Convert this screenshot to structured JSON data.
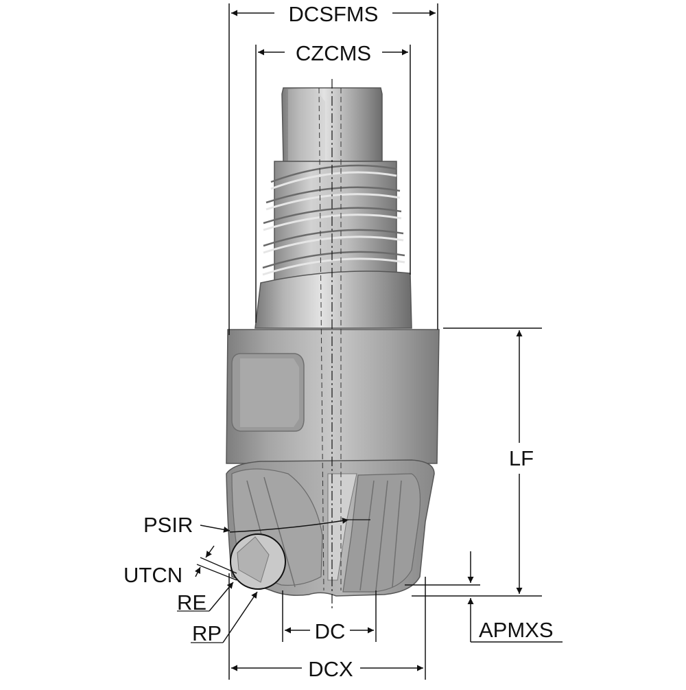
{
  "colors": {
    "line": "#111111",
    "metal_dark": "#6f6f6f",
    "metal_mid": "#a9a9a9",
    "metal_light": "#d6d6d6",
    "metal_highlight": "#ececec",
    "background": "#ffffff"
  },
  "labels": {
    "dcsfms": "DCSFMS",
    "czcms": "CZCMS",
    "lf": "LF",
    "psir": "PSIR",
    "utcn": "UTCN",
    "re": "RE",
    "rp": "RP",
    "dc": "DC",
    "apmxs": "APMXS",
    "dcx": "DCX"
  }
}
